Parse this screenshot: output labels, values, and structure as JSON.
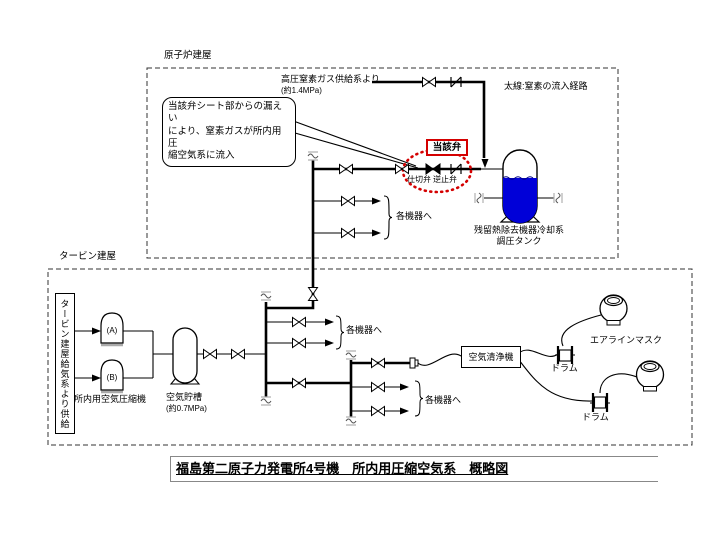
{
  "diagram": {
    "reactor_building": "原子炉建屋",
    "turbine_building": "タービン建屋",
    "n2_supply_line1": "高圧窒素ガス供給系より",
    "n2_supply_line2": "(約1.4MPa)",
    "bold_line_note": "太線:窒素の流入経路",
    "callout": {
      "line1": "当該弁シート部からの漏えい",
      "line2": "により、窒素ガスが所内用圧",
      "line3": "縮空気系に流入"
    },
    "subject_valve": "当該弁",
    "gate_valve": "仕切弁",
    "check_valve": "逆止弁",
    "to_equipment": "各機器へ",
    "rhr_tank_line1": "残留熱除去機器冷却系",
    "rhr_tank_line2": "調圧タンク",
    "supply_box_vertical": "タービン建屋給気系より供給",
    "compressor_a": "(A)",
    "compressor_b": "(B)",
    "compressor_label": "所内用空気圧縮機",
    "air_tank_label": "空気貯槽",
    "air_tank_pressure": "(約0.7MPa)",
    "air_purifier": "空気清浄機",
    "drum": "ドラム",
    "airline_mask": "エアラインマスク",
    "title": "福島第二原子力発電所4号機　所内用圧縮空気系　概略図"
  },
  "colors": {
    "highlight_red": "#d40000",
    "liquid_blue": "#0000d8",
    "line_black": "#000000"
  }
}
